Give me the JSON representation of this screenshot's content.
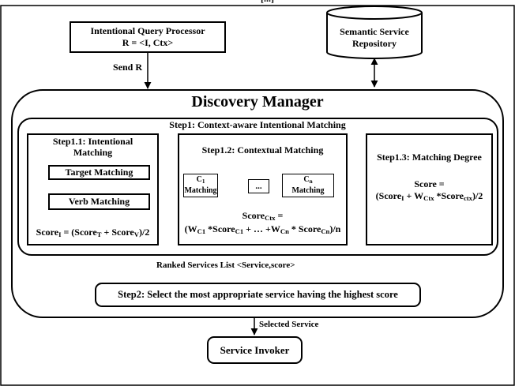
{
  "top_caption": "[...]",
  "query_processor": {
    "line1": "Intentional Query Processor",
    "line2": "R = <I, Ctx>"
  },
  "repository": {
    "line1": "Semantic Service",
    "line2": "Repository"
  },
  "send_r": "Send R",
  "discovery_manager": "Discovery Manager",
  "step1": {
    "title": "Step1: Context-aware Intentional Matching"
  },
  "step11": {
    "title_line1": "Step1.1: Intentional",
    "title_line2": "Matching",
    "target": "Target Matching",
    "verb": "Verb Matching",
    "score_main": "Score",
    "score_sub": "I",
    "formula_p1": " = (Score",
    "formula_sub_t": "T",
    "formula_p2": " + Score",
    "formula_sub_v": "V",
    "formula_p3": ")/2"
  },
  "step12": {
    "title": "Step1.2: Contextual Matching",
    "c1_main": "C",
    "c1_sub": "1",
    "matching": "Matching",
    "dots": "...",
    "cn_main": "C",
    "cn_sub": "n",
    "score_main": "Score",
    "score_sub": "Ctx",
    "eq": " =",
    "f_open": "(W",
    "f_sub_c1": "C1",
    "f_mid1": " *Score",
    "f_sub_c1b": "C1",
    "f_mid2": " + … +W",
    "f_sub_cn": "Cn",
    "f_mid3": " * Score",
    "f_sub_cnb": "Cn",
    "f_close": ")/n"
  },
  "step13": {
    "title": "Step1.3: Matching Degree",
    "score_line": "Score =",
    "f_open": "(Score",
    "f_sub_i": "I",
    "f_mid": " + W",
    "f_sub_ctx": "Ctx",
    "f_mid2": " *Score",
    "f_sub_ctx2": "ctx",
    "f_close": ")/2"
  },
  "ranked": "Ranked Services List <Service,score>",
  "step2": "Step2: Select the most appropriate service having the highest score",
  "selected": "Selected Service",
  "invoker": "Service Invoker"
}
